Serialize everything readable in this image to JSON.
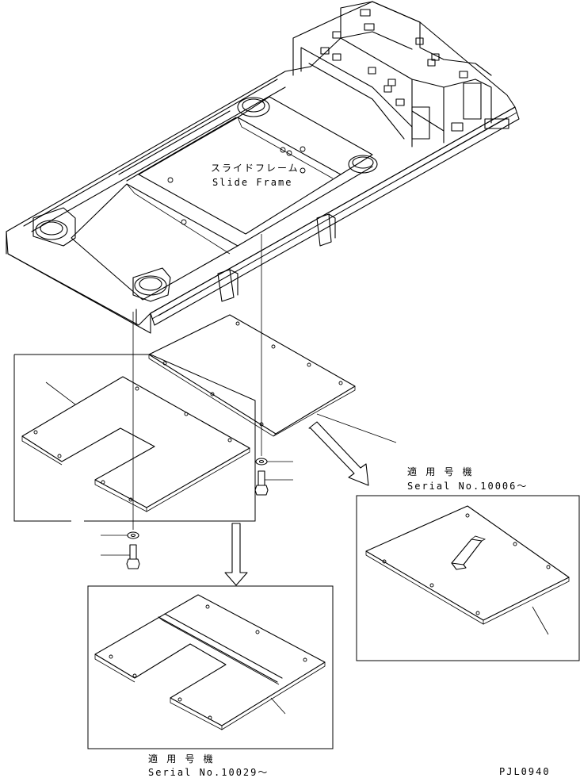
{
  "labels": {
    "slide_frame_jp": "スライドフレーム",
    "slide_frame_en": "Slide Frame",
    "serial_a_jp": "適 用 号 機",
    "serial_a_en": "Serial No.10006～",
    "serial_b_jp": "適 用 号 機",
    "serial_b_en": "Serial No.10029～",
    "drawing_code": "PJL0940"
  },
  "colors": {
    "line": "#000000",
    "background": "#ffffff"
  }
}
